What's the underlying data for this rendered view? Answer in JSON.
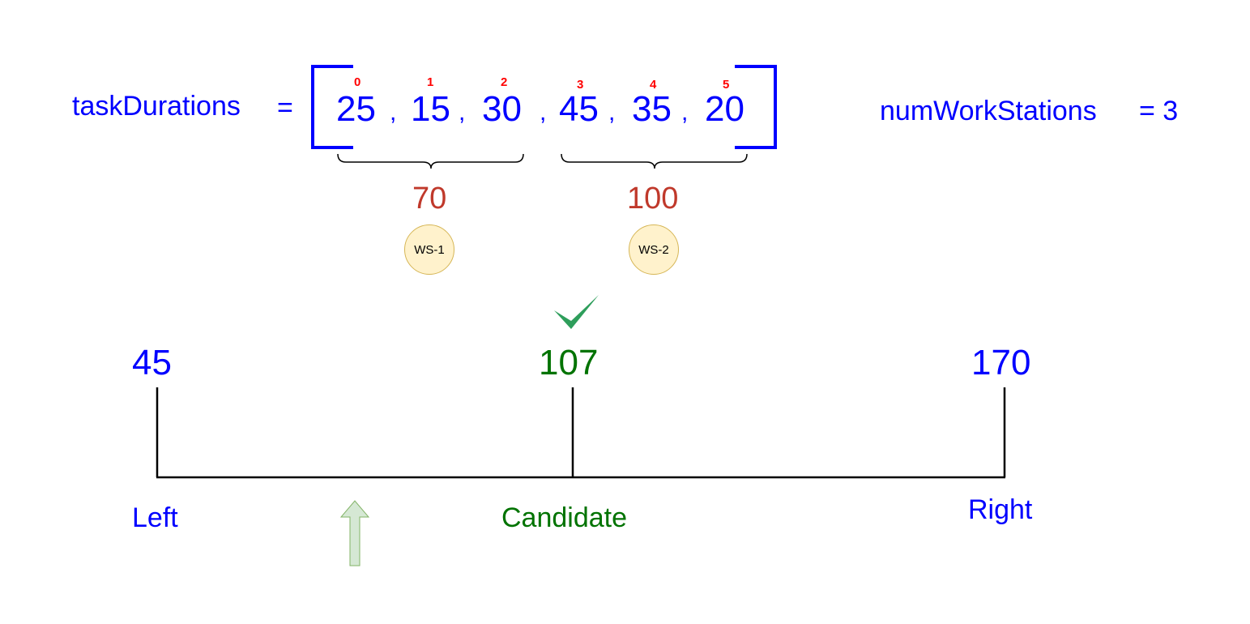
{
  "array": {
    "name": "taskDurations",
    "equals": "=",
    "values": [
      "25",
      "15",
      "30",
      "45",
      "35",
      "20"
    ],
    "indices": [
      "0",
      "1",
      "2",
      "3",
      "4",
      "5"
    ],
    "separator": ","
  },
  "param": {
    "name": "numWorkStations",
    "equals": "= 3"
  },
  "groups": [
    {
      "sum": "70",
      "label": "WS-1"
    },
    {
      "sum": "100",
      "label": "WS-2"
    }
  ],
  "number_line": {
    "left": {
      "value": "45",
      "label": "Left"
    },
    "candidate": {
      "value": "107",
      "label": "Candidate"
    },
    "right": {
      "value": "170",
      "label": "Right"
    }
  },
  "colors": {
    "variables": "#0000ff",
    "indices": "#ff0000",
    "sums": "#c0392b",
    "candidate": "#007300",
    "check": "#2e9e5b",
    "ws_fill": "#fff2cc",
    "ws_border": "#d6b656",
    "arrow_fill": "#d5e8d4",
    "arrow_border": "#82b366"
  }
}
